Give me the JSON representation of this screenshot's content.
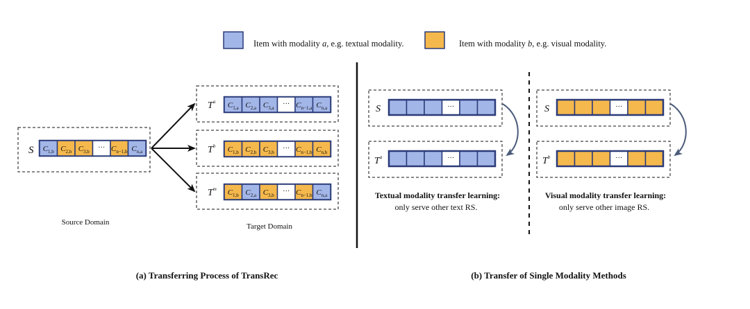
{
  "colors": {
    "modality_a": "#a3b6e8",
    "modality_b": "#f5b84c",
    "empty": "#ffffff",
    "outline": "#2a3a78",
    "arrow": "#111111",
    "curve_arrow": "#4a5a78"
  },
  "legend": {
    "a": {
      "prefix": "Item with modality ",
      "var": "a",
      "suffix": ", e.g. textual modality."
    },
    "b": {
      "prefix": "Item with modality ",
      "var": "b",
      "suffix": ",  e.g.  visual modality."
    }
  },
  "panel_a": {
    "caption": "(a) Transferring Process of TransRec",
    "source_label": "Source Domain",
    "target_label": "Target Domain",
    "source_seq": {
      "domain": "S",
      "cells": [
        {
          "base": "C",
          "sub": "1,b",
          "mod": "b-blue"
        },
        {
          "base": "C",
          "sub": "2,b",
          "mod": "b"
        },
        {
          "base": "C",
          "sub": "3,b",
          "mod": "b"
        },
        {
          "base": "···",
          "sub": "",
          "mod": "empty"
        },
        {
          "base": "C",
          "sub": "n−1,b",
          "mod": "b"
        },
        {
          "base": "C",
          "sub": "n,a",
          "mod": "a"
        }
      ]
    },
    "targets": [
      {
        "domain": "T",
        "sup": "a",
        "cells": [
          {
            "base": "C",
            "sub": "1,a",
            "mod": "a"
          },
          {
            "base": "C",
            "sub": "2,a",
            "mod": "a"
          },
          {
            "base": "C",
            "sub": "3,a",
            "mod": "a"
          },
          {
            "base": "···",
            "sub": "",
            "mod": "empty"
          },
          {
            "base": "C",
            "sub": "n−1,a",
            "mod": "a"
          },
          {
            "base": "C",
            "sub": "n,a",
            "mod": "a"
          }
        ]
      },
      {
        "domain": "T",
        "sup": "b",
        "cells": [
          {
            "base": "C",
            "sub": "1,b",
            "mod": "b"
          },
          {
            "base": "C",
            "sub": "2,b",
            "mod": "b"
          },
          {
            "base": "C",
            "sub": "3,b",
            "mod": "b"
          },
          {
            "base": "···",
            "sub": "",
            "mod": "empty"
          },
          {
            "base": "C",
            "sub": "n−1,b",
            "mod": "b"
          },
          {
            "base": "C",
            "sub": "n,b",
            "mod": "b"
          }
        ]
      },
      {
        "domain": "T",
        "sup": "m",
        "cells": [
          {
            "base": "C",
            "sub": "1,b",
            "mod": "b"
          },
          {
            "base": "C",
            "sub": "2,a",
            "mod": "a"
          },
          {
            "base": "C",
            "sub": "3,b",
            "mod": "b"
          },
          {
            "base": "···",
            "sub": "",
            "mod": "empty"
          },
          {
            "base": "C",
            "sub": "n−1,b",
            "mod": "b"
          },
          {
            "base": "C",
            "sub": "n,a",
            "mod": "a"
          }
        ]
      }
    ]
  },
  "panel_b": {
    "caption": "(b)  Transfer of Single Modality Methods",
    "textual": {
      "source_domain": "S",
      "target_domain": "T",
      "target_sup": "a",
      "cells": [
        "a",
        "a",
        "a",
        "empty",
        "a",
        "a"
      ],
      "title": "Textual modality transfer learning:",
      "subtitle": "only serve other text RS."
    },
    "visual": {
      "source_domain": "S",
      "target_domain": "T",
      "target_sup": "b",
      "cells": [
        "b",
        "b",
        "b",
        "empty",
        "b",
        "b"
      ],
      "title": "Visual modality transfer learning:",
      "subtitle": "only serve other image RS."
    },
    "ellipsis": "···"
  }
}
